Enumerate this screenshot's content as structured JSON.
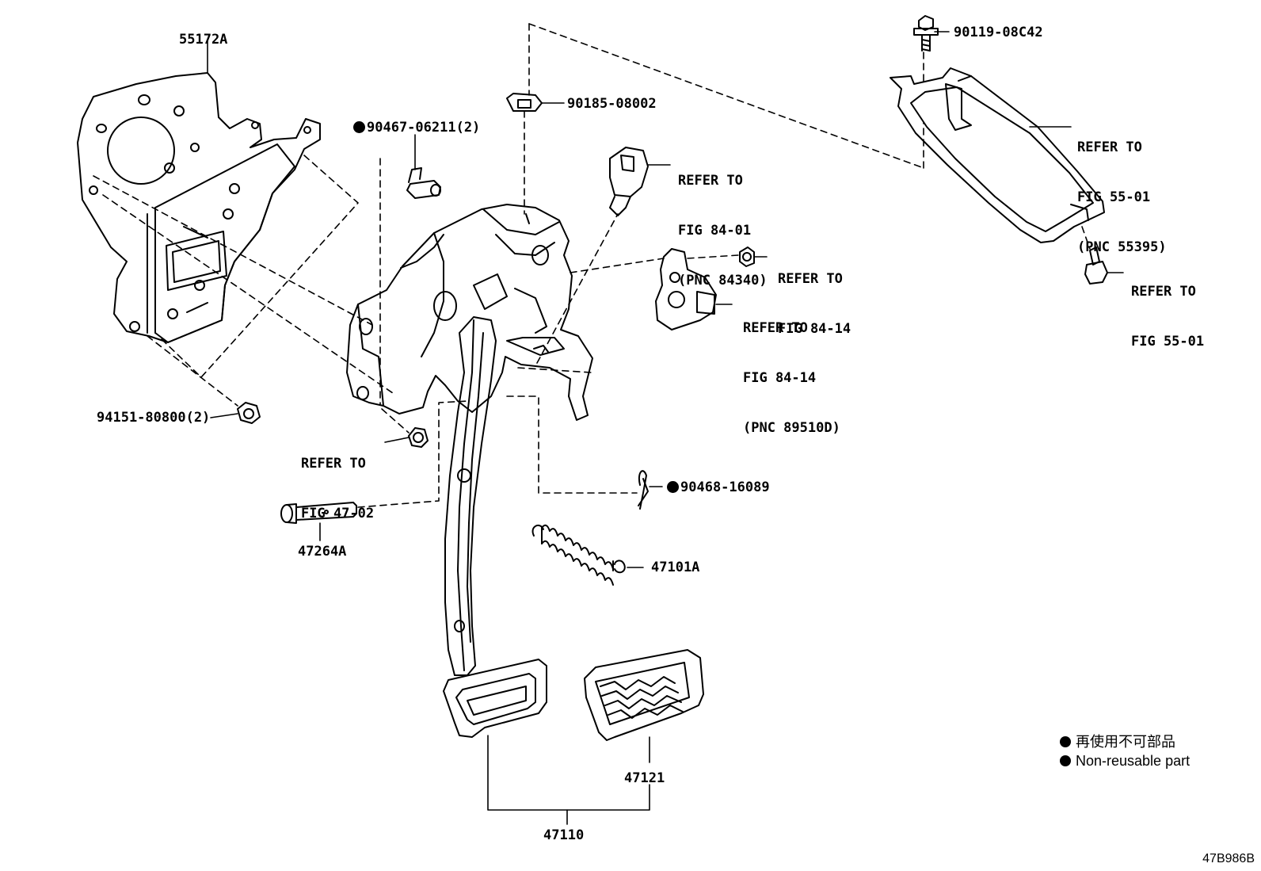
{
  "labels": {
    "bracket": "55172A",
    "bolt_top": "90119-08C42",
    "clip": "90185-08002",
    "bushing": "90467-06211(2)",
    "stoplamp_switch_ref": [
      "REFER TO",
      "FIG 84-01",
      "(PNC 84340)"
    ],
    "pad_trim_ref": [
      "REFER TO",
      "FIG 55-01",
      "(PNC 55395)"
    ],
    "nut_right_ref": [
      "REFER TO",
      "FIG 84-14"
    ],
    "sensor_ref": [
      "REFER TO",
      "FIG 84-14",
      "(PNC 89510D)"
    ],
    "screw_ref": [
      "REFER TO",
      "FIG 55-01"
    ],
    "nut_left": "94151-80800(2)",
    "nut_mid_ref": [
      "REFER TO",
      "FIG 47-02"
    ],
    "clip_pin": "90468-16089",
    "pin": "47264A",
    "spring": "47101A",
    "pedal_pad": "47121",
    "pedal_assy": "47110"
  },
  "legend": {
    "japanese": "再使用不可部品",
    "english": "Non-reusable part"
  },
  "figure_code": "47B986B"
}
